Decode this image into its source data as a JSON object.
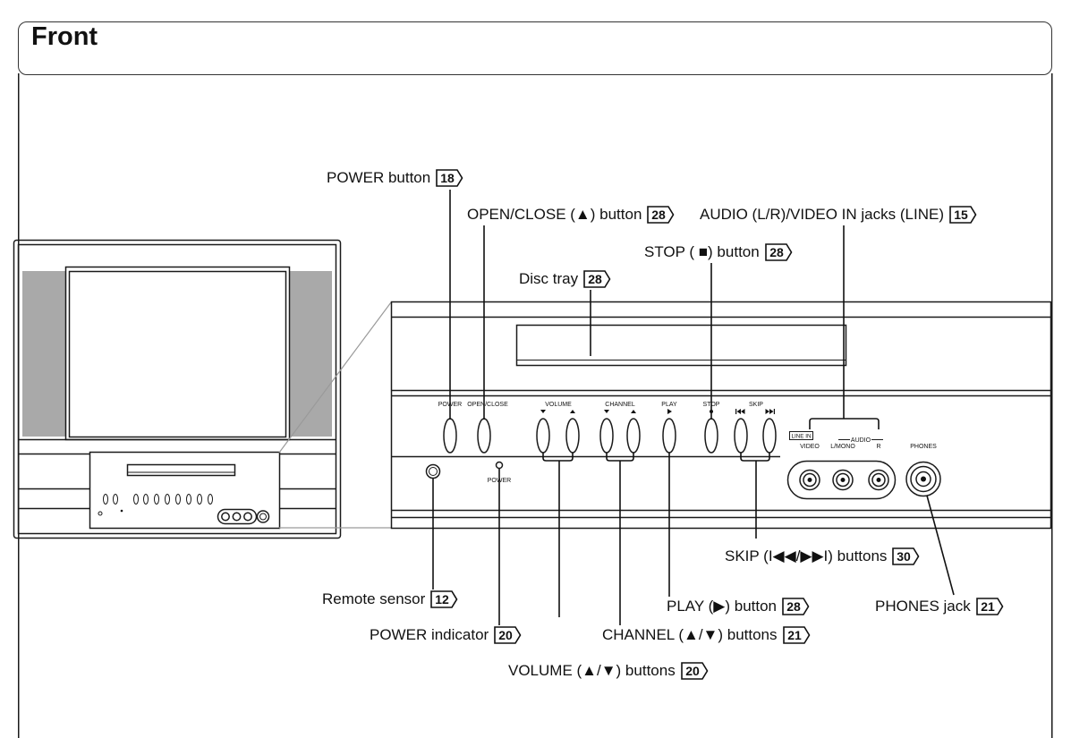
{
  "title": "Front",
  "callouts": {
    "power_button": {
      "label": "POWER button",
      "page": "18"
    },
    "open_close_button": {
      "label": "OPEN/CLOSE (▲) button",
      "page": "28"
    },
    "audio_video_in_jacks": {
      "label": "AUDIO (L/R)/VIDEO IN jacks (LINE)",
      "page": "15"
    },
    "stop_button": {
      "label": "STOP ( ■) button",
      "page": "28"
    },
    "disc_tray": {
      "label": "Disc tray",
      "page": "28"
    },
    "remote_sensor": {
      "label": "Remote sensor",
      "page": "12"
    },
    "power_indicator": {
      "label": "POWER indicator",
      "page": "20"
    },
    "volume_buttons": {
      "label": "VOLUME (▲/▼) buttons",
      "page": "20"
    },
    "channel_buttons": {
      "label": "CHANNEL (▲/▼) buttons",
      "page": "21"
    },
    "play_button": {
      "label": "PLAY (▶) button",
      "page": "28"
    },
    "skip_buttons": {
      "label": "SKIP (I◀◀/▶▶I) buttons",
      "page": "30"
    },
    "phones_jack": {
      "label": "PHONES jack",
      "page": "21"
    }
  },
  "panel_labels": {
    "power": "POWER",
    "open_close": "OPEN/CLOSE",
    "volume": "VOLUME",
    "channel": "CHANNEL",
    "play": "PLAY",
    "stop": "STOP",
    "skip": "SKIP",
    "line_in": "LINE IN",
    "video": "VIDEO",
    "l_mono": "L/MONO",
    "r": "R",
    "audio": "AUDIO",
    "phones": "PHONES",
    "power_indicator": "POWER"
  },
  "colors": {
    "speaker_fill": "#a9a9a9",
    "zoom_lines": "#9a9a9a"
  }
}
